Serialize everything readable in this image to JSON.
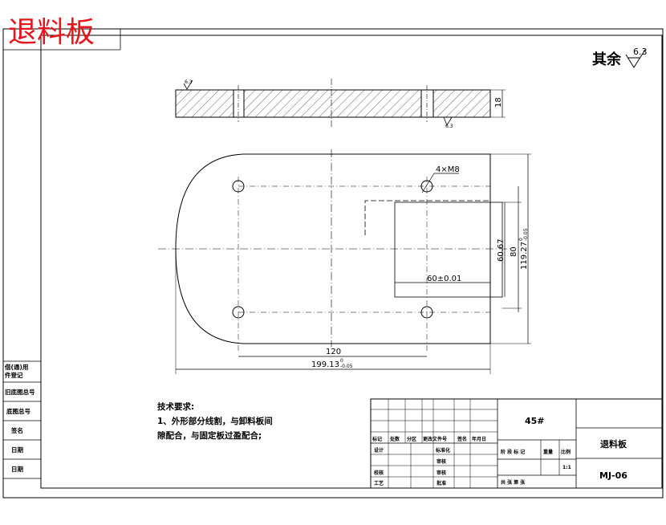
{
  "header": {
    "title": "退料板"
  },
  "surface_finish": {
    "label": "其余",
    "value": "6.3"
  },
  "side_view": {
    "roughness_left": "6.3",
    "roughness_bottom": "6.3",
    "thickness": "18"
  },
  "plan_view": {
    "hole_callout": "4×M8",
    "dim_60_67": "60.67",
    "dim_80": "80",
    "dim_119": "119.27",
    "dim_119_tol": "0",
    "dim_119_tol_low": "-0.05",
    "dim_60": "60±0.01",
    "dim_120": "120",
    "dim_199": "199.13",
    "dim_199_tol": "0",
    "dim_199_tol_low": "-0.05"
  },
  "notes": {
    "heading": "技术要求:",
    "line1": "1、外形部分线割，与卸料板间",
    "line2": "隙配合，与固定板过盈配合;"
  },
  "left_strip": {
    "row1a": "借(通)用",
    "row1b": "件登记",
    "row2": "旧底图总号",
    "row3": "底图总号",
    "row4": "签名",
    "row5": "日期",
    "row6": "日期"
  },
  "title_block": {
    "material": "45#",
    "part_name": "退料板",
    "drawing_no": "MJ-06",
    "scale_value": "1:1",
    "header_cells": [
      "标记",
      "处数",
      "分区",
      "更改文件号",
      "签名",
      "年月日"
    ],
    "row_design": "设计",
    "row_standard": "标准化",
    "row_check": "校核",
    "row_review": "审核",
    "row_process": "工艺",
    "row_approve": "批准",
    "row_audit": "审核",
    "stage_label": "阶 段 标 记",
    "weight_label": "重量",
    "scale_label": "比例",
    "sheet_text": "共  张  第  张"
  }
}
